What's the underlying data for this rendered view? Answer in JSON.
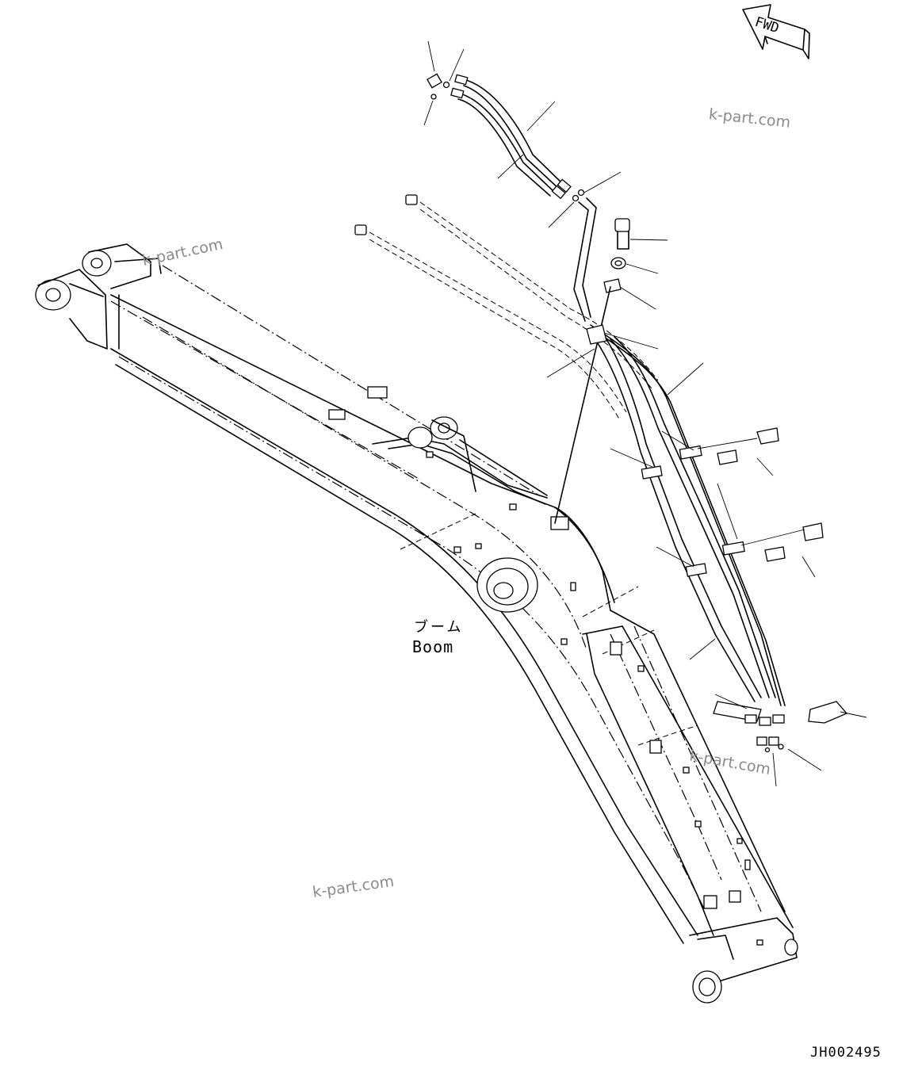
{
  "diagram": {
    "boom_label_jp": "ブーム",
    "boom_label_en": "Boom",
    "fwd_label": "FWD",
    "drawing_code": "JH002495",
    "watermark": "k-part.com"
  }
}
